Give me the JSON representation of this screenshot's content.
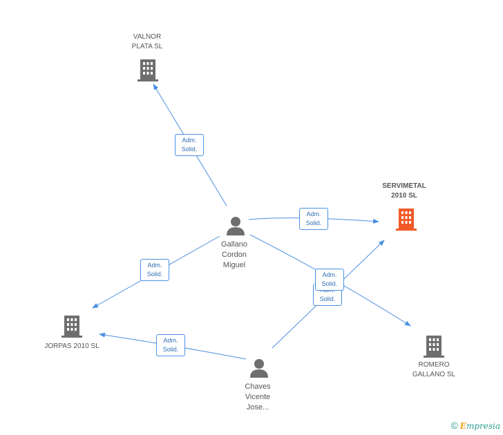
{
  "nodes": {
    "valnor": {
      "label": "VALNOR\nPLATA SL"
    },
    "servimetal": {
      "label": "SERVIMETAL\n2010 SL"
    },
    "gallano": {
      "label": "Gallano\nCordon\nMiguel"
    },
    "jorpas": {
      "label": "JORPAS 2010 SL"
    },
    "romero": {
      "label": "ROMERO\nGALLANO SL"
    },
    "chaves": {
      "label": "Chaves\nVicente\nJose..."
    }
  },
  "edge_label": {
    "line1": "Adm.",
    "line2": "Solid."
  },
  "colors": {
    "edge": "#4a90e2",
    "company_icon": "#6e6e6e",
    "focus_icon": "#f05a28",
    "person_icon": "#6e6e6e"
  },
  "footer": {
    "copyright": "©",
    "brand_first": "E",
    "brand_rest": "mpresia"
  }
}
